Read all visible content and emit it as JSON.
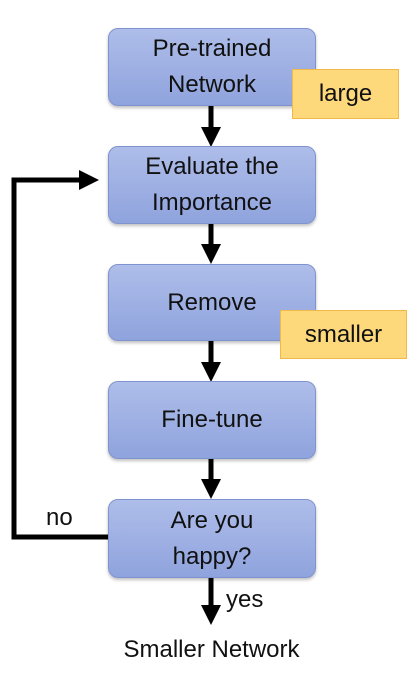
{
  "nodes": {
    "pretrained": {
      "line1": "Pre-trained",
      "line2": "Network"
    },
    "evaluate": {
      "line1": "Evaluate the",
      "line2": "Importance"
    },
    "remove": {
      "label": "Remove"
    },
    "finetune": {
      "label": "Fine-tune"
    },
    "decision": {
      "line1": "Are you",
      "line2": "happy?"
    }
  },
  "tags": {
    "large": "large",
    "smaller": "smaller"
  },
  "edge_labels": {
    "no": "no",
    "yes": "yes"
  },
  "output": {
    "label": "Smaller Network"
  },
  "colors": {
    "box": "#9caee3",
    "tag": "#fdd97c",
    "arrow": "#000000"
  }
}
